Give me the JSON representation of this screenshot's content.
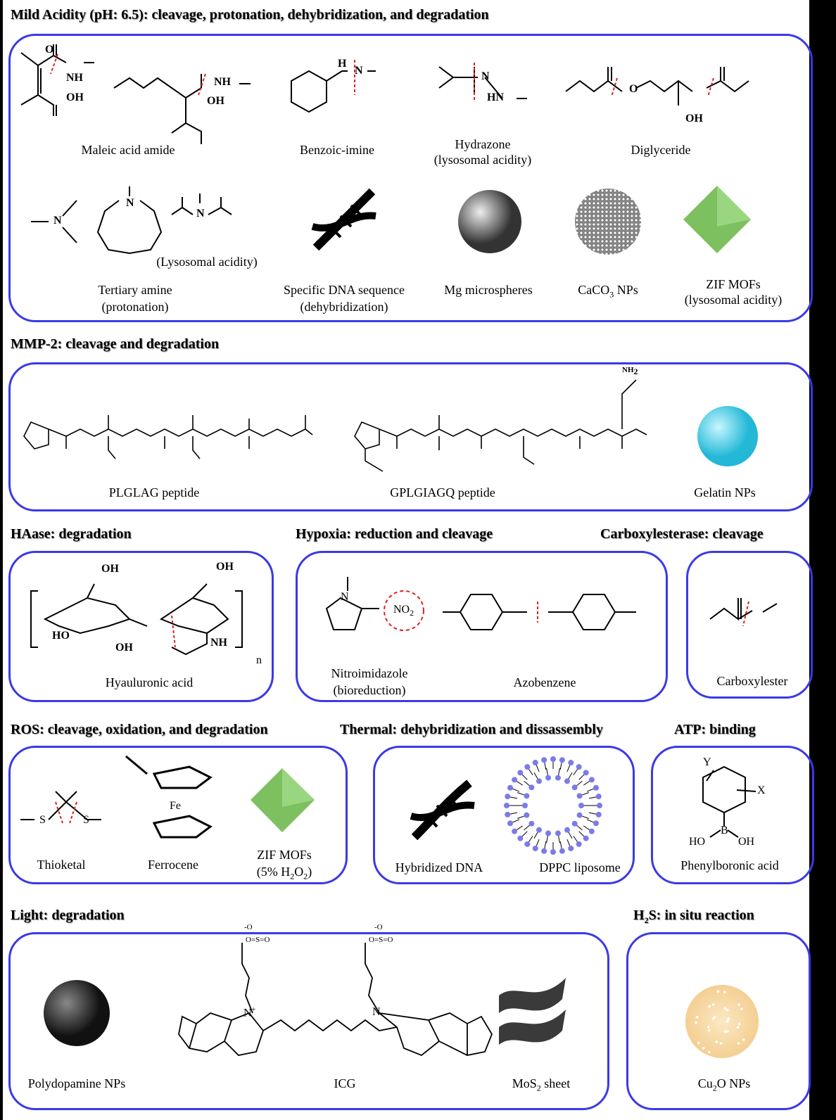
{
  "sections": {
    "acidity": {
      "heading": "Mild Acidity (pH: 6.5): cleavage, protonation, dehybridization, and degradation",
      "items": [
        "Maleic acid amide",
        "Benzoic-imine",
        "Hydrazone",
        "(lysosomal acidity)",
        "Diglyceride",
        "(Lysosomal acidity)",
        "Tertiary amine",
        "(protonation)",
        "Specific DNA sequence",
        "(dehybridization)",
        "Mg microspheres",
        "ZIF MOFs",
        "(lysosomal acidity)"
      ],
      "caco3": {
        "pre": "CaCO",
        "sub": "3",
        "post": " NPs"
      }
    },
    "mmp2": {
      "heading": "MMP-2: cleavage and degradation",
      "items": [
        "PLGLAG peptide",
        "GPLGIAGQ peptide",
        "Gelatin NPs"
      ]
    },
    "haase": {
      "heading": "HAase: degradation",
      "items": [
        "Hyauluronic acid"
      ]
    },
    "hypoxia": {
      "heading": "Hypoxia: reduction and cleavage",
      "items": [
        "Nitroimidazole",
        "(bioreduction)",
        "Azobenzene"
      ]
    },
    "carboxylesterase": {
      "heading": "Carboxylesterase: cleavage",
      "items": [
        "Carboxylester"
      ]
    },
    "ros": {
      "heading": "ROS: cleavage, oxidation, and degradation",
      "items": [
        "Thioketal",
        "Ferrocene",
        "ZIF MOFs"
      ],
      "zif_cond": {
        "pre": "(5% H",
        "sub1": "2",
        "mid": "O",
        "sub2": "2",
        "post": ")"
      }
    },
    "thermal": {
      "heading": "Thermal: dehybridization and dissassembly",
      "items": [
        "Hybridized DNA",
        "DPPC liposome"
      ]
    },
    "atp": {
      "heading": "ATP: binding",
      "items": [
        "Phenylboronic acid"
      ]
    },
    "light": {
      "heading": "Light: degradation",
      "items": [
        "Polydopamine NPs",
        "ICG"
      ],
      "mos2": {
        "pre": "MoS",
        "sub": "2",
        "post": " sheet"
      }
    },
    "h2s": {
      "heading": {
        "pre": "H",
        "sub": "2",
        "post": "S: in situ reaction"
      },
      "cu2o": {
        "pre": "Cu",
        "sub": "2",
        "post": "O NPs"
      }
    }
  },
  "atoms": {
    "O": "O",
    "NH": "NH",
    "OH": "OH",
    "N": "N",
    "H": "H",
    "HN": "HN",
    "Fe": "Fe",
    "S": "S",
    "B": "B",
    "HO": "HO",
    "X": "X",
    "Y": "Y",
    "n": "n",
    "NO2": "NO",
    "NH2": "NH",
    "two": "2",
    "Nplus": "N",
    "plus": "+",
    "SO3": "O=S=O",
    "minus": "-O"
  },
  "colors": {
    "border": "#3a3ae6",
    "cleave": "#e02020",
    "gelatin": "#3ad0e8",
    "zif": "#7cc060",
    "cu2o": "#f5d49a",
    "lipid": "#7b7be8"
  }
}
